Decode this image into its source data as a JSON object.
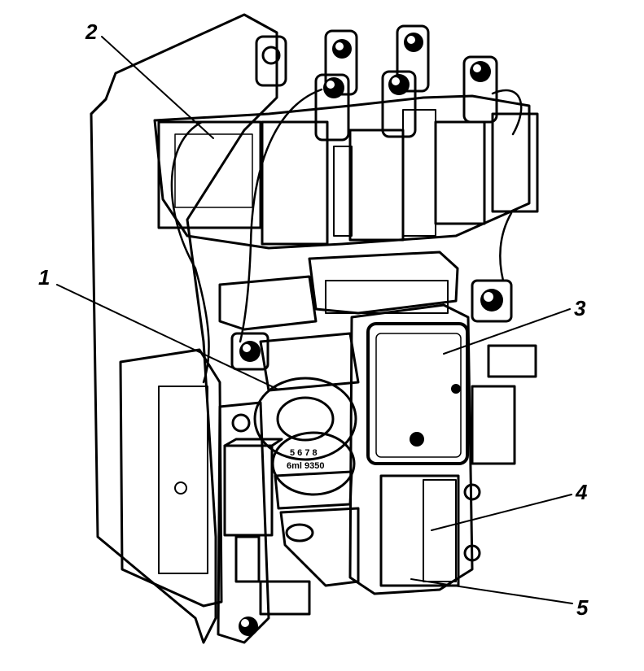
{
  "figure": {
    "callouts": [
      {
        "id": "c1",
        "label": "1"
      },
      {
        "id": "c2",
        "label": "2"
      },
      {
        "id": "c3",
        "label": "3"
      },
      {
        "id": "c4",
        "label": "4"
      },
      {
        "id": "c5",
        "label": "5"
      }
    ],
    "dial_text": [
      "5 6 7 8",
      "6ml 9350"
    ]
  },
  "colors": {
    "ink": "#000000",
    "paper": "#ffffff"
  }
}
